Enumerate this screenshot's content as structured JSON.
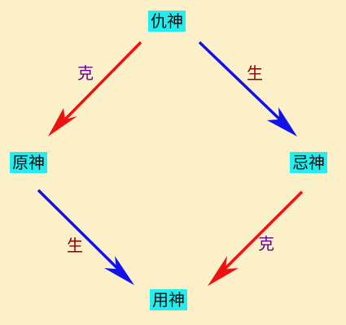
{
  "background_color": "#fcf0c8",
  "node_color": "#22eef0",
  "nodes": {
    "top": "仇神",
    "left": "原神",
    "right": "忌神",
    "bottom": "用神"
  },
  "relations": [
    {
      "id": "top-left",
      "from": "仇神",
      "to": "原神",
      "label": "克",
      "arrow_color": "#ee1111",
      "label_color": "#660099"
    },
    {
      "id": "top-right",
      "from": "仇神",
      "to": "忌神",
      "label": "生",
      "arrow_color": "#1111ee",
      "label_color": "#880000"
    },
    {
      "id": "left-bottom",
      "from": "原神",
      "to": "用神",
      "label": "生",
      "arrow_color": "#1111ee",
      "label_color": "#880000"
    },
    {
      "id": "right-bottom",
      "from": "忌神",
      "to": "用神",
      "label": "克",
      "arrow_color": "#ee1111",
      "label_color": "#660099"
    }
  ]
}
